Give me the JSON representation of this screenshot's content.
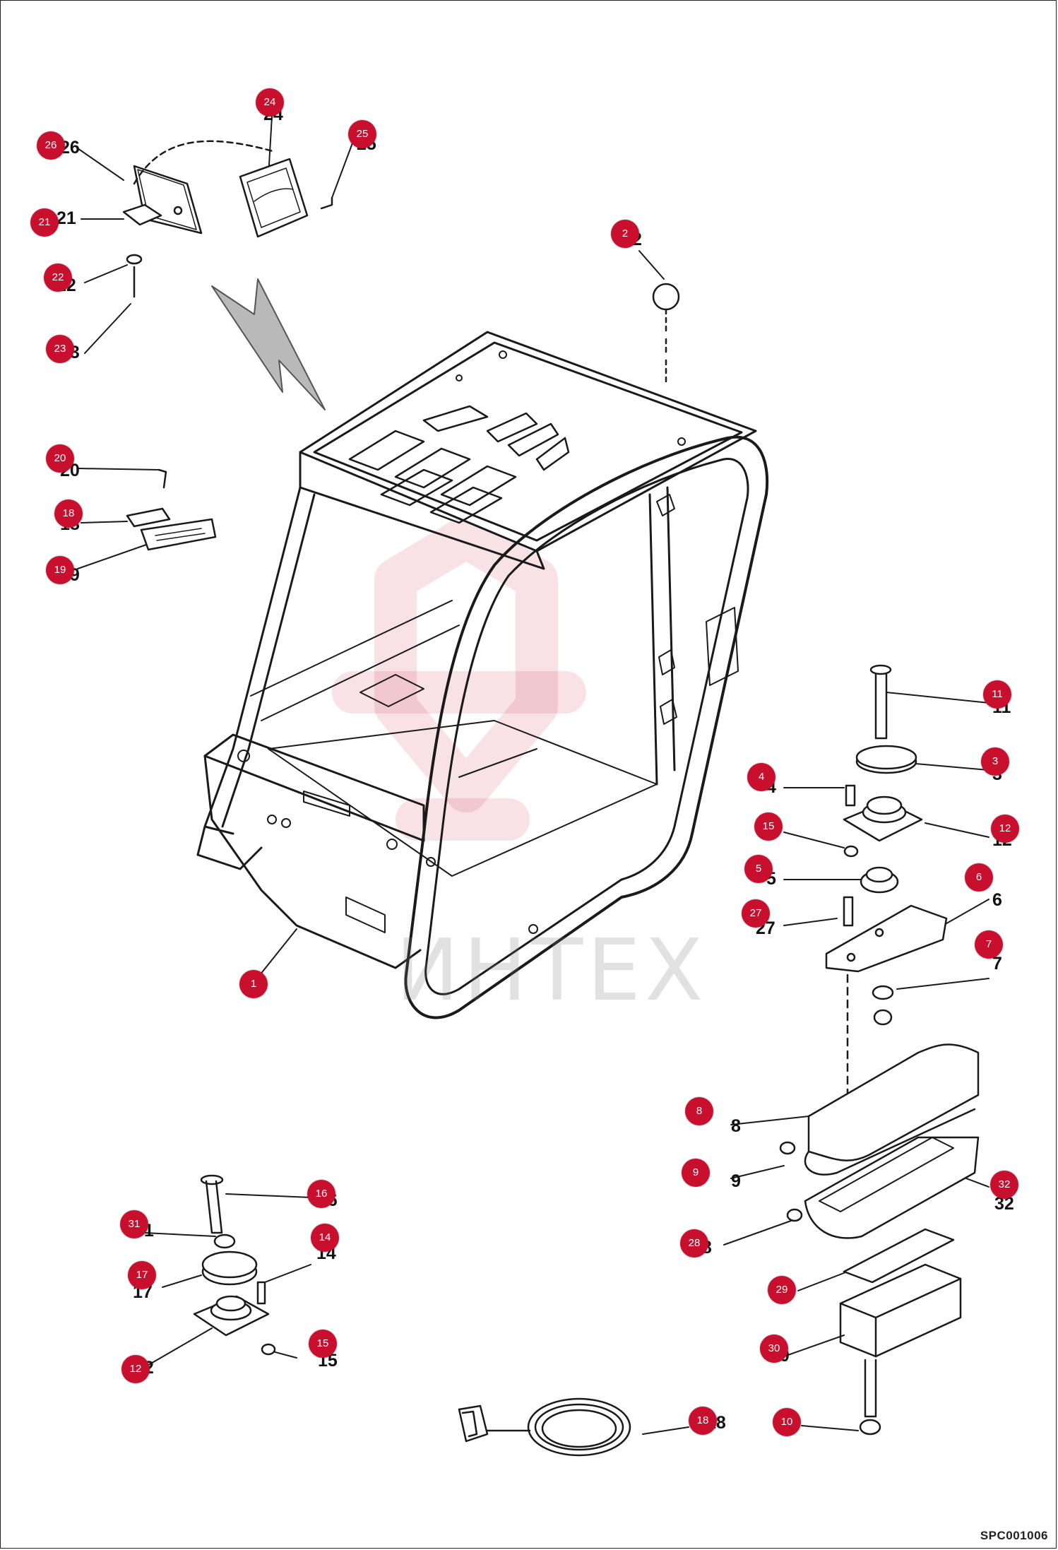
{
  "diagram": {
    "code": "SPC001006",
    "watermark": "ИНТЕХ",
    "accent_color": "#c8102e"
  },
  "callouts": [
    {
      "id": "c26",
      "label": "26"
    },
    {
      "id": "c24",
      "label": "24"
    },
    {
      "id": "c25",
      "label": "25"
    },
    {
      "id": "c21",
      "label": "21"
    },
    {
      "id": "c22",
      "label": "22"
    },
    {
      "id": "c23",
      "label": "23"
    },
    {
      "id": "c2",
      "label": "2"
    },
    {
      "id": "c20",
      "label": "20"
    },
    {
      "id": "c18a",
      "label": "18"
    },
    {
      "id": "c19",
      "label": "19"
    },
    {
      "id": "c1",
      "label": "1"
    },
    {
      "id": "c11",
      "label": "11"
    },
    {
      "id": "c3",
      "label": "3"
    },
    {
      "id": "c4",
      "label": "4"
    },
    {
      "id": "c12a",
      "label": "12"
    },
    {
      "id": "c15a",
      "label": "15"
    },
    {
      "id": "c5",
      "label": "5"
    },
    {
      "id": "c6",
      "label": "6"
    },
    {
      "id": "c27",
      "label": "27"
    },
    {
      "id": "c7",
      "label": "7"
    },
    {
      "id": "c8",
      "label": "8"
    },
    {
      "id": "c9",
      "label": "9"
    },
    {
      "id": "c32",
      "label": "32"
    },
    {
      "id": "c28",
      "label": "28"
    },
    {
      "id": "c29",
      "label": "29"
    },
    {
      "id": "c30",
      "label": "30"
    },
    {
      "id": "c10",
      "label": "10"
    },
    {
      "id": "c18b",
      "label": "18"
    },
    {
      "id": "c16",
      "label": "16"
    },
    {
      "id": "c31",
      "label": "31"
    },
    {
      "id": "c14",
      "label": "14"
    },
    {
      "id": "c17",
      "label": "17"
    },
    {
      "id": "c15b",
      "label": "15"
    },
    {
      "id": "c12b",
      "label": "12"
    }
  ],
  "part_numbers": [
    {
      "id": "n26",
      "text": "26"
    },
    {
      "id": "n24",
      "text": "24"
    },
    {
      "id": "n25",
      "text": "25"
    },
    {
      "id": "n21",
      "text": "21"
    },
    {
      "id": "n22",
      "text": "22"
    },
    {
      "id": "n23",
      "text": "23"
    },
    {
      "id": "n2",
      "text": "2"
    },
    {
      "id": "n20",
      "text": "20"
    },
    {
      "id": "n18a",
      "text": "18"
    },
    {
      "id": "n19",
      "text": "19"
    },
    {
      "id": "n11",
      "text": "11"
    },
    {
      "id": "n3",
      "text": "3"
    },
    {
      "id": "n4",
      "text": "4"
    },
    {
      "id": "n12a",
      "text": "12"
    },
    {
      "id": "n5",
      "text": "5"
    },
    {
      "id": "n6",
      "text": "6"
    },
    {
      "id": "n27",
      "text": "27"
    },
    {
      "id": "n7",
      "text": "7"
    },
    {
      "id": "n8",
      "text": "8"
    },
    {
      "id": "n9",
      "text": "9"
    },
    {
      "id": "n32",
      "text": "32"
    },
    {
      "id": "n28",
      "text": "28"
    },
    {
      "id": "n30",
      "text": "30"
    },
    {
      "id": "n18b",
      "text": "18"
    },
    {
      "id": "n16",
      "text": "16"
    },
    {
      "id": "n31",
      "text": "31"
    },
    {
      "id": "n14",
      "text": "14"
    },
    {
      "id": "n17",
      "text": "17"
    },
    {
      "id": "n15",
      "text": "15"
    },
    {
      "id": "n12b",
      "text": "12"
    }
  ]
}
